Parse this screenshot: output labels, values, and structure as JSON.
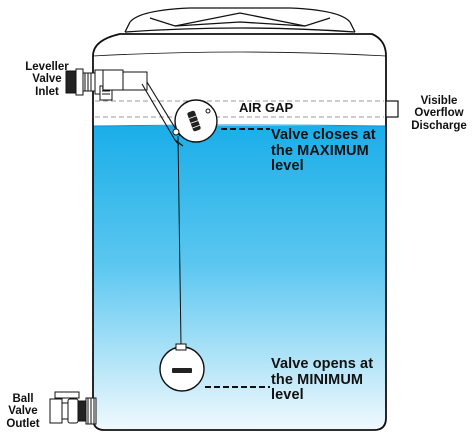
{
  "labels": {
    "leveller_inlet": [
      "Leveller",
      "Valve",
      "Inlet"
    ],
    "ball_outlet": [
      "Ball",
      "Valve",
      "Outlet"
    ],
    "overflow": [
      "Visible",
      "Overflow",
      "Discharge"
    ],
    "air_gap": "AIR GAP",
    "valve_closes": [
      "Valve closes at",
      "the MAXIMUM",
      "level"
    ],
    "valve_opens": [
      "Valve opens at",
      "the MINIMUM",
      "level"
    ]
  },
  "colors": {
    "water_top": "#1aaee8",
    "water_bottom": "#ffffff",
    "outline": "#111111",
    "dashed_level": "#999999"
  },
  "icons": [
    "tank-outline",
    "inlet-valve-fitting",
    "outlet-ball-valve",
    "float-ball",
    "overflow-pipe"
  ]
}
